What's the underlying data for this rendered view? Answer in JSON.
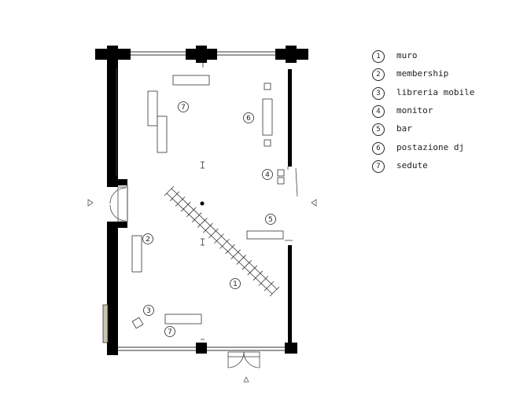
{
  "legend": [
    {
      "num": "1",
      "label": "muro"
    },
    {
      "num": "2",
      "label": "membership"
    },
    {
      "num": "3",
      "label": "libreria mobile"
    },
    {
      "num": "4",
      "label": "monitor"
    },
    {
      "num": "5",
      "label": "bar"
    },
    {
      "num": "6",
      "label": "postazione dj"
    },
    {
      "num": "7",
      "label": "sedute"
    }
  ],
  "plan_callouts": [
    "7",
    "6",
    "4",
    "5",
    "2",
    "1",
    "3",
    "7"
  ],
  "colors": {
    "wall": "#000000",
    "line": "#333333",
    "accent_panel": "#c8c4b0"
  }
}
